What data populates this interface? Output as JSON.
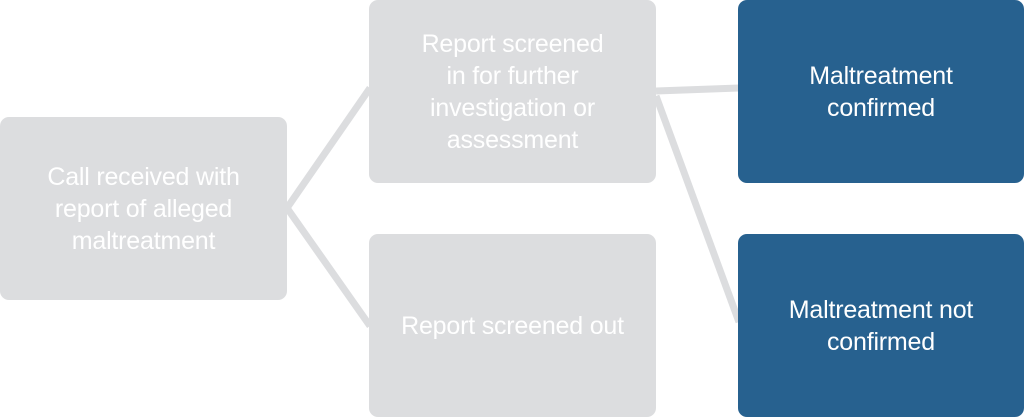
{
  "colors": {
    "gray_box": "#dcdddf",
    "blue_box": "#27618f",
    "connector": "#dcdddf",
    "text": "#ffffff"
  },
  "nodes": {
    "call_received": "Call received with\nreport of alleged\nmaltreatment",
    "screened_in": "Report screened\nin for further\ninvestigation or\nassessment",
    "screened_out": "Report screened out",
    "confirmed": "Maltreatment\nconfirmed",
    "not_confirmed": "Maltreatment not\nconfirmed"
  },
  "edges": [
    {
      "from": "call_received",
      "to": "screened_in"
    },
    {
      "from": "call_received",
      "to": "screened_out"
    },
    {
      "from": "screened_in",
      "to": "confirmed"
    },
    {
      "from": "screened_in",
      "to": "not_confirmed"
    }
  ]
}
